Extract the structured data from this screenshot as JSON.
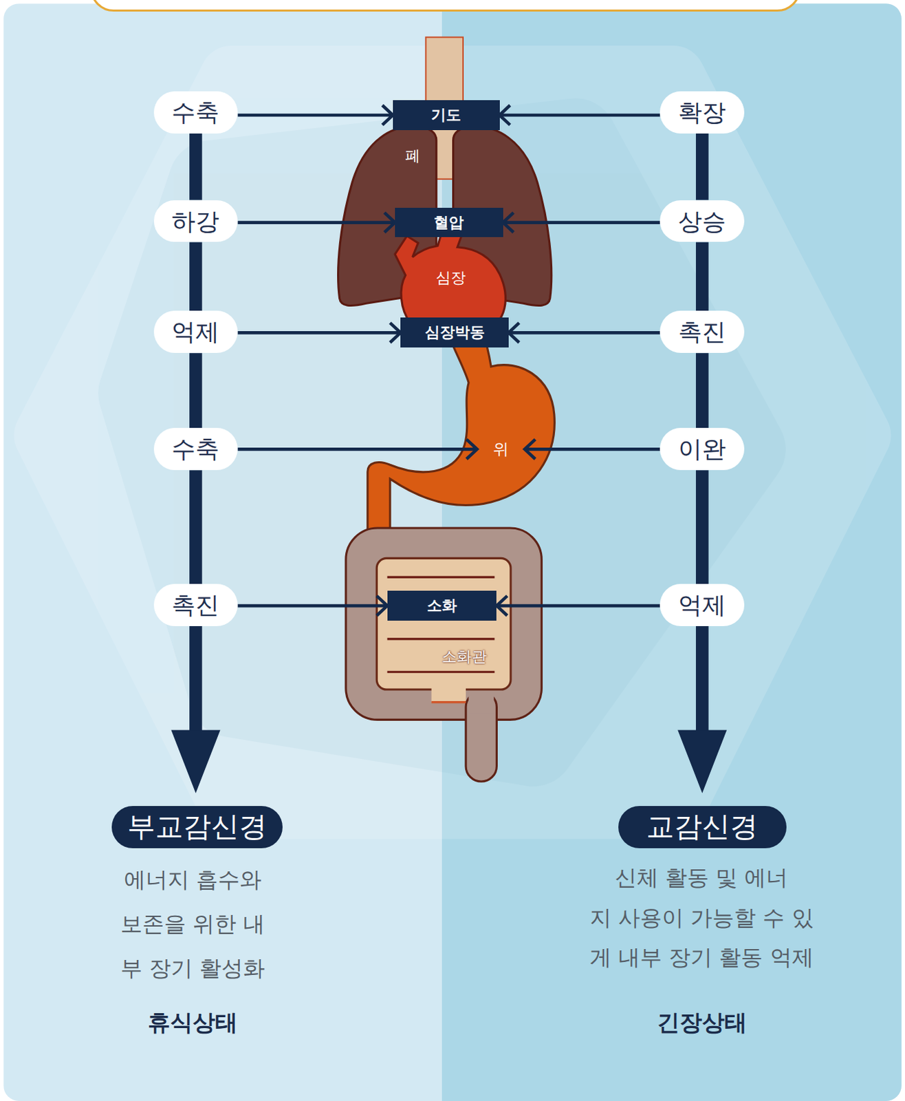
{
  "diagram": {
    "nodes": [
      {
        "text": [
          "수축"
        ]
      },
      {
        "text": [
          "기도"
        ]
      },
      {
        "text": [
          "확장"
        ]
      },
      {
        "text": [
          "하강"
        ]
      },
      {
        "text": [
          "혈압"
        ]
      },
      {
        "text": [
          "상승"
        ]
      },
      {
        "text": [
          "억제"
        ]
      },
      {
        "text": [
          "심장박동"
        ]
      },
      {
        "text": [
          "촉진"
        ]
      },
      {
        "text": [
          "수축"
        ]
      },
      {
        "text": [
          "위"
        ]
      },
      {
        "text": [
          "이완"
        ]
      },
      {
        "text": [
          "촉진"
        ]
      },
      {
        "text": [
          "소화"
        ]
      },
      {
        "text": [
          "억제"
        ]
      },
      {
        "text": [
          "부교감신경"
        ]
      },
      {
        "text": [
          "교감신경"
        ]
      }
    ],
    "edges": [
      {
        "from": 0,
        "to": 1,
        "arrow": "to"
      },
      {
        "from": 2,
        "to": 1,
        "arrow": "to"
      },
      {
        "from": 3,
        "to": 4,
        "arrow": "to"
      },
      {
        "from": 5,
        "to": 4,
        "arrow": "to"
      },
      {
        "from": 6,
        "to": 7,
        "arrow": "to"
      },
      {
        "from": 8,
        "to": 7,
        "arrow": "to"
      },
      {
        "from": 9,
        "to": 10,
        "arrow": "to"
      },
      {
        "from": 11,
        "to": 10,
        "arrow": "to"
      },
      {
        "from": 12,
        "to": 13,
        "arrow": "to"
      },
      {
        "from": 14,
        "to": 13,
        "arrow": "to"
      },
      {
        "from": 0,
        "to": 3,
        "arrow": "none"
      },
      {
        "from": 3,
        "to": 6,
        "arrow": "none"
      },
      {
        "from": 6,
        "to": 9,
        "arrow": "none"
      },
      {
        "from": 9,
        "to": 12,
        "arrow": "none"
      },
      {
        "from": 12,
        "to": 15,
        "arrow": "to"
      },
      {
        "from": 2,
        "to": 5,
        "arrow": "none"
      },
      {
        "from": 5,
        "to": 8,
        "arrow": "none"
      },
      {
        "from": 8,
        "to": 11,
        "arrow": "none"
      },
      {
        "from": 11,
        "to": 14,
        "arrow": "none"
      },
      {
        "from": 14,
        "to": 16,
        "arrow": "to"
      }
    ],
    "labels": [
      "폐",
      "심장",
      "소화관",
      "에너지 흡수와 보존을 위한 내부 장기 활성화",
      "휴식상태",
      "신체 활동 및 에너지 사용이 가능할 수 있게 내부 장기 활동 억제",
      "긴장상태"
    ]
  }
}
